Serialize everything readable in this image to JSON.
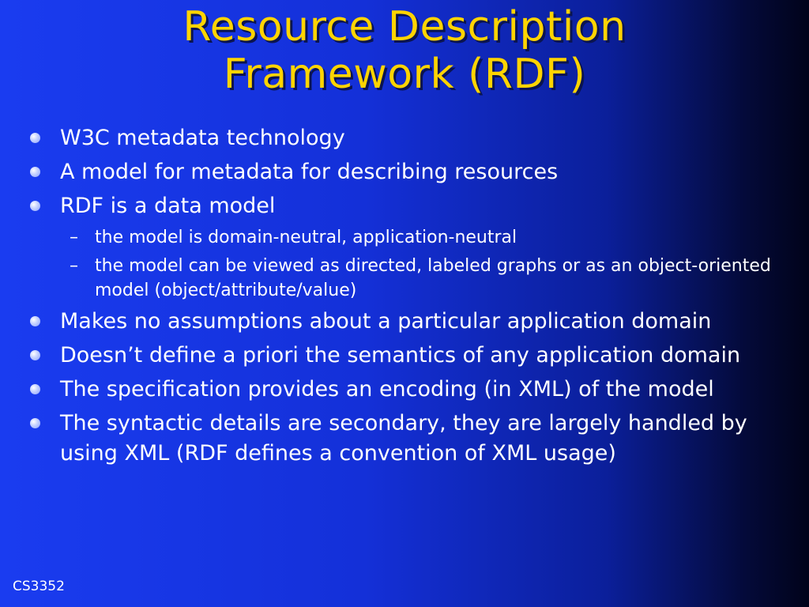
{
  "slide": {
    "title_line1": "Resource Description",
    "title_line2": "Framework (RDF)",
    "bullets": [
      "W3C metadata technology",
      "A model for metadata for describing resources",
      "RDF is a data model"
    ],
    "sub_bullets": [
      "the model is domain-neutral, application-neutral",
      "the model can be viewed as directed, labeled graphs or as an object-oriented model (object/attribute/value)"
    ],
    "bullets_after": [
      "Makes no assumptions about a particular application domain",
      "Doesn’t define a priori the semantics of any application domain",
      "The specification provides an encoding (in XML) of the model",
      "The syntactic details are secondary, they are largely handled by using XML (RDF defines a convention of XML usage)"
    ],
    "footer": "CS3352",
    "colors": {
      "title": "#ffd400",
      "text": "#ffffff",
      "background_left": "#1a3cf0",
      "background_right": "#01031a"
    }
  }
}
